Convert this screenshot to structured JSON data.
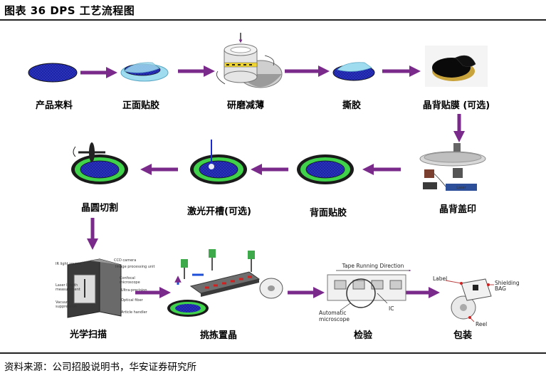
{
  "figure": {
    "title": "图表 36 DPS 工艺流程图",
    "source": "资料来源：公司招股说明书，华安证券研究所"
  },
  "steps": [
    "产品来料",
    "正面贴胶",
    "研磨减薄",
    "撕胶",
    "晶背贴膜 (可选)",
    "晶背盖印",
    "背面贴胶",
    "激光开槽(可选)",
    "晶圆切割",
    "光学扫描",
    "挑拣置晶",
    "检验",
    "包装"
  ],
  "inspection_art": {
    "header": "Tape Running Direction",
    "automatic_microscope": "Automatic\nmicroscope",
    "ic": "IC"
  },
  "packing_art": {
    "label": "Label",
    "shielding_bag": "Shielding\nBAG",
    "reel": "Reel"
  },
  "colors": {
    "arrow": "#7a2a8a",
    "wafer_blue": "#2b34c8",
    "ring_green": "#3fd24a",
    "tape_cyan": "#9fdcf0"
  }
}
